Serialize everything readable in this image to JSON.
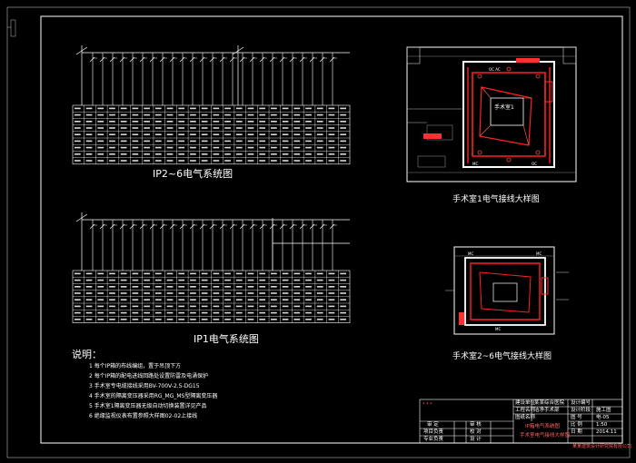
{
  "drawing": {
    "titles": {
      "ip26_system": "IP2~6电气系统图",
      "ip1_system": "IP1电气系统图",
      "or1_detail": "手术室1电气接线大样图",
      "or26_detail": "手术室2~6电气接线大样图"
    },
    "room_label": "手术室1",
    "notes": {
      "heading": "说明：",
      "items": [
        "1  每个IP箱的布线编组，置于吊顶下方",
        "2  每个IP箱的配电进线回路处设置防雷及电涌保护",
        "3  手术室专电缆接线采用BV-700V-2.5-DG15",
        "4  手术室的隔离变压器采用RG_MG_MS型隔离变压器",
        "5  手术室1隔离变压器无级自动切换装置详见产品",
        "6  绝缘监视仪表布置参照大样图02-02上接线"
      ]
    },
    "title_block": {
      "rows_left": [
        [
          "审  定",
          "",
          "审  核",
          ""
        ],
        [
          "项目负责",
          "",
          "校  对",
          ""
        ],
        [
          "专业负责",
          "",
          "设  计",
          ""
        ]
      ],
      "project_label": "建设单位",
      "project_value": "某某综合医院",
      "eng_label": "工程名称",
      "eng_value": "洁净手术部",
      "drawing_label": "图纸名称",
      "drawing_name_1": "IP箱电气系统图",
      "drawing_name_2": "手术室电气接线大样图",
      "info": [
        [
          "设计编号",
          ""
        ],
        [
          "设计阶段",
          "施工图"
        ],
        [
          "图  号",
          "电-05"
        ],
        [
          "比  例",
          "1:50"
        ],
        [
          "日  期",
          "2014.11"
        ]
      ],
      "corner_note": "某某建筑设计研究院有限公司"
    }
  }
}
